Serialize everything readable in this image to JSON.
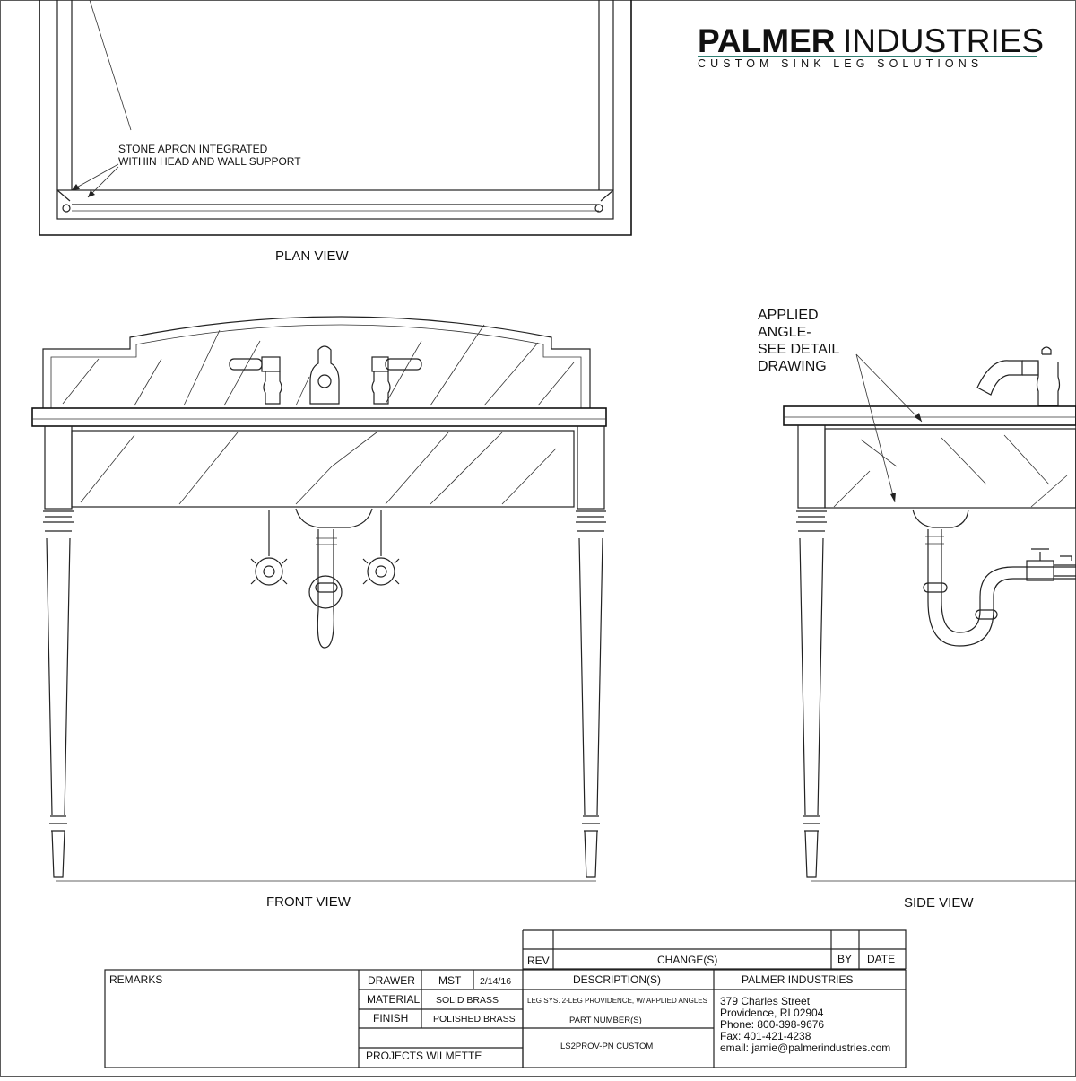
{
  "logo": {
    "brand_bold": "PALMER",
    "brand_light": "INDUSTRIES",
    "tagline": "CUSTOM SINK LEG SOLUTIONS"
  },
  "plan": {
    "label": "PLAN VIEW",
    "note_line1": "STONE APRON INTEGRATED",
    "note_line2": "WITHIN HEAD AND WALL SUPPORT"
  },
  "front": {
    "label": "FRONT VIEW"
  },
  "side": {
    "label": "SIDE VIEW",
    "note_line1": "APPLIED",
    "note_line2": "ANGLE-",
    "note_line3": "SEE DETAIL",
    "note_line4": "DRAWING"
  },
  "titleblock": {
    "rev_header": "REV",
    "changes_header": "CHANGE(S)",
    "by_header": "BY",
    "date_header": "DATE",
    "remarks_label": "REMARKS",
    "drawer_label": "DRAWER",
    "drawer_value": "MST",
    "drawer_date": "2/14/16",
    "description_header": "DESCRIPTION(S)",
    "company_header": "PALMER INDUSTRIES",
    "material_label": "MATERIAL",
    "material_value": "SOLID BRASS",
    "description_value": "LEG SYS. 2-LEG PROVIDENCE, W/ APPLIED ANGLES",
    "finish_label": "FINISH",
    "finish_value": "POLISHED BRASS",
    "part_number_header": "PART NUMBER(S)",
    "part_number_value": "LS2PROV-PN CUSTOM",
    "project_value": "PROJECTS WILMETTE",
    "address_line1": "379 Charles Street",
    "address_line2": "Providence, RI 02904",
    "phone": "Phone: 800-398-9676",
    "fax": "Fax: 401-421-4238",
    "email": "email: jamie@palmerindustries.com"
  },
  "colors": {
    "tagline_rule": "#2f7f73",
    "ink": "#111111"
  }
}
